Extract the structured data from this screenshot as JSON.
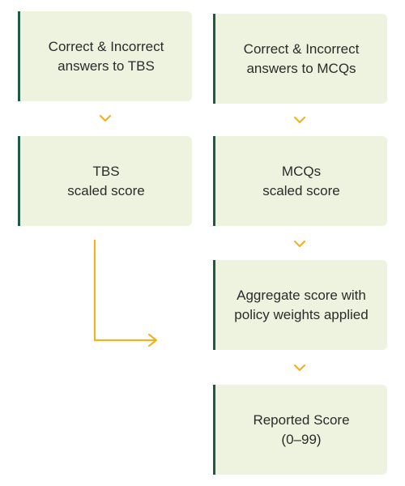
{
  "colors": {
    "box_bg": "#eef3e0",
    "box_border": "#1e5a46",
    "arrow": "#f0b323",
    "text": "#2b2b2b"
  },
  "boxes": {
    "tbs_answers": {
      "lines": [
        "Correct & Incorrect",
        "answers to TBS"
      ]
    },
    "mcq_answers": {
      "lines": [
        "Correct & Incorrect",
        "answers to MCQs"
      ]
    },
    "tbs_scaled": {
      "lines": [
        "TBS",
        "scaled score"
      ]
    },
    "mcq_scaled": {
      "lines": [
        "MCQs",
        "scaled score"
      ]
    },
    "aggregate": {
      "lines": [
        "Aggregate score with",
        "policy weights applied"
      ]
    },
    "reported": {
      "lines": [
        "Reported Score",
        "(0–99)"
      ]
    }
  },
  "icons": {
    "flow_down": "chevron-down-icon",
    "merge": "elbow-arrow-icon"
  }
}
